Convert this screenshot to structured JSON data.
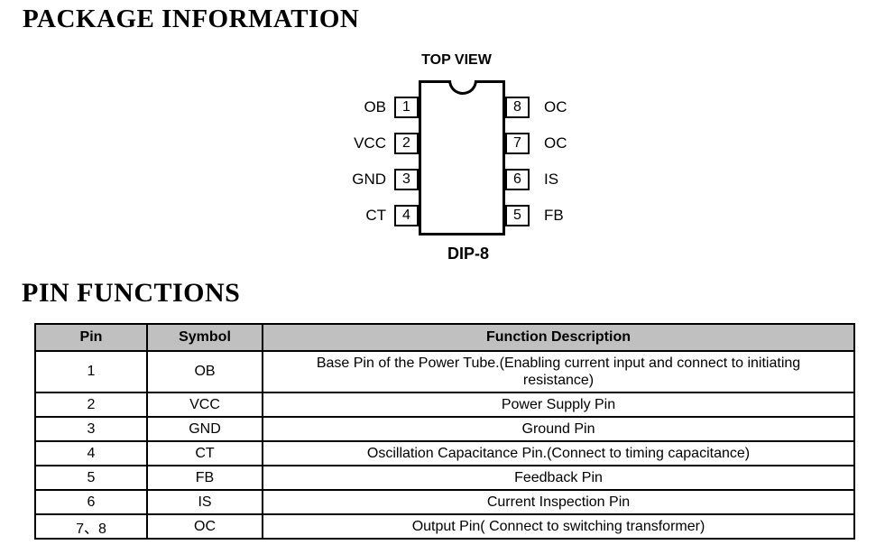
{
  "page": {
    "heading_package": "PACKAGE INFORMATION",
    "heading_pin_functions": "PIN FUNCTIONS"
  },
  "diagram": {
    "title": "TOP VIEW",
    "package_name": "DIP-8",
    "left_pins": [
      {
        "label": "OB",
        "number": "1"
      },
      {
        "label": "VCC",
        "number": "2"
      },
      {
        "label": "GND",
        "number": "3"
      },
      {
        "label": "CT",
        "number": "4"
      }
    ],
    "right_pins": [
      {
        "number": "8",
        "label": "OC"
      },
      {
        "number": "7",
        "label": "OC"
      },
      {
        "number": "6",
        "label": "IS"
      },
      {
        "number": "5",
        "label": "FB"
      }
    ]
  },
  "table": {
    "header_bg": "#c0c0c0",
    "headers": [
      "Pin",
      "Symbol",
      "Function Description"
    ],
    "rows": [
      {
        "pin": "1",
        "symbol": "OB",
        "description": "Base Pin of the Power Tube.(Enabling current input and connect to initiating\nresistance)"
      },
      {
        "pin": "2",
        "symbol": "VCC",
        "description": "Power Supply Pin"
      },
      {
        "pin": "3",
        "symbol": "GND",
        "description": "Ground Pin"
      },
      {
        "pin": "4",
        "symbol": "CT",
        "description": "Oscillation Capacitance Pin.(Connect to timing capacitance)"
      },
      {
        "pin": "5",
        "symbol": "FB",
        "description": "Feedback Pin"
      },
      {
        "pin": "6",
        "symbol": "IS",
        "description": "Current Inspection Pin"
      },
      {
        "pin": "7、8",
        "symbol": "OC",
        "description": "Output Pin( Connect to switching transformer)"
      }
    ]
  }
}
